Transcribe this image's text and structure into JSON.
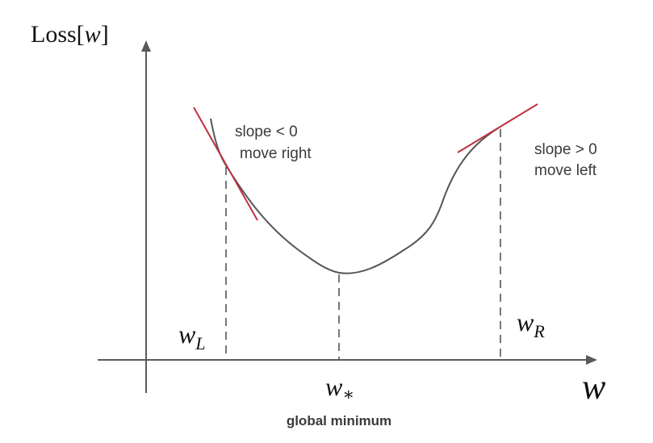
{
  "diagram": {
    "y_axis_label": {
      "prefix": "Loss[",
      "var": "w",
      "suffix": "]"
    },
    "x_axis_label": "w",
    "points": {
      "left": {
        "base": "w",
        "sub": "L"
      },
      "min": {
        "base": "w",
        "sub": "∗"
      },
      "right": {
        "base": "w",
        "sub": "R"
      }
    },
    "annotations": {
      "left_line1": "slope < 0",
      "left_line2": "move right",
      "right_line1": "slope > 0",
      "right_line2": "move left"
    },
    "caption": "global minimum"
  },
  "colors": {
    "axis": "#5a5a5a",
    "curve": "#555555",
    "tangent": "#c0313f",
    "dashed": "#555555"
  }
}
